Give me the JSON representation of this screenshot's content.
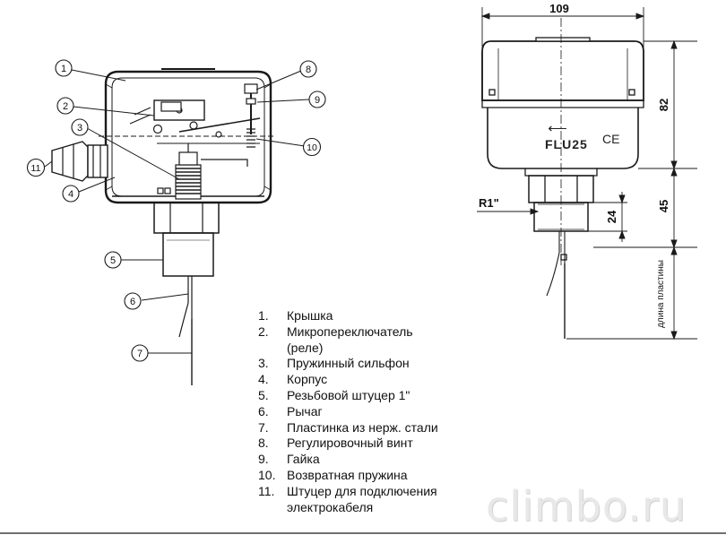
{
  "callouts": [
    "1",
    "2",
    "3",
    "4",
    "5",
    "6",
    "7",
    "8",
    "9",
    "10",
    "11"
  ],
  "legend": [
    {
      "num": "1.",
      "text": "Крышка"
    },
    {
      "num": "2.",
      "text": "Микропереключатель\n(реле)"
    },
    {
      "num": "3.",
      "text": "Пружинный сильфон"
    },
    {
      "num": "4.",
      "text": "Корпус"
    },
    {
      "num": "5.",
      "text": "Резьбовой штуцер 1\""
    },
    {
      "num": "6.",
      "text": "Рычаг"
    },
    {
      "num": "7.",
      "text": "Пластинка из нерж. стали"
    },
    {
      "num": "8.",
      "text": "Регулировочный винт"
    },
    {
      "num": "9.",
      "text": "Гайка"
    },
    {
      "num": "10.",
      "text": "Возвратная пружина"
    },
    {
      "num": "11.",
      "text": "Штуцер для подключения\nэлектрокабеля"
    }
  ],
  "dimensions": {
    "width": "109",
    "height_top": "82",
    "height_bottom": "45",
    "thread_len": "24",
    "thread": "R1\"",
    "plate_length": "длина пластины"
  },
  "device": {
    "model": "FLU25",
    "mark": "CE",
    "arrow": "⟵"
  },
  "watermark": "climbo.ru"
}
